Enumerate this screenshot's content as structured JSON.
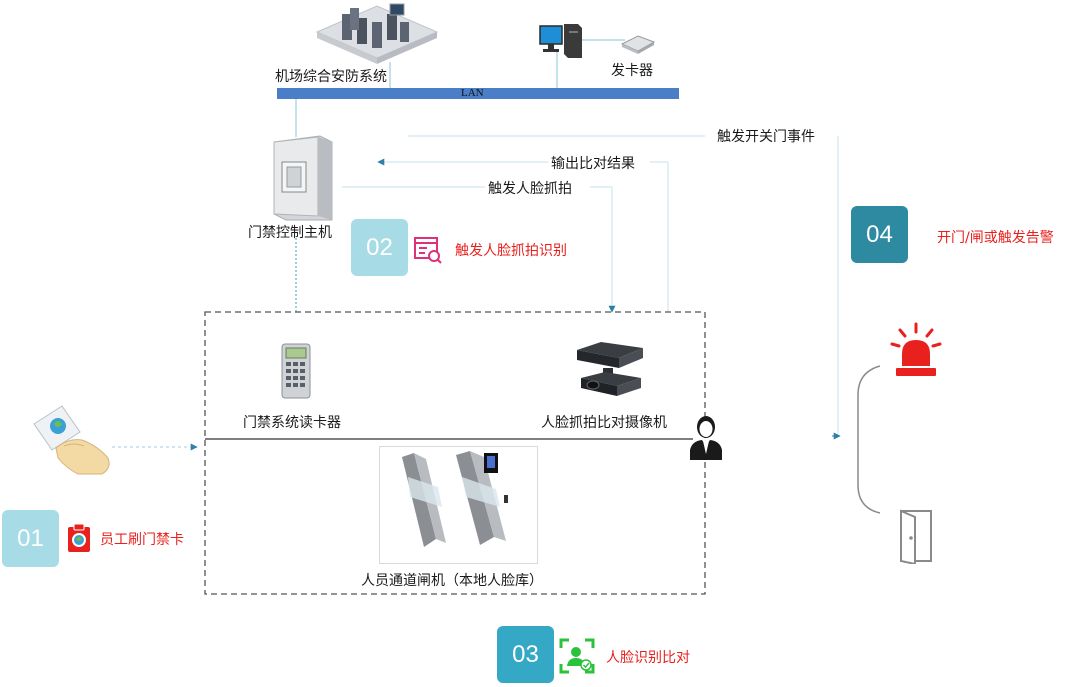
{
  "labels": {
    "airport_system": "机场综合安防系统",
    "card_issuer": "发卡器",
    "lan": "LAN",
    "trigger_door_event": "触发开关门事件",
    "output_result": "输出比对结果",
    "trigger_face_capture": "触发人脸抓拍",
    "door_controller": "门禁控制主机",
    "card_reader": "门禁系统读卡器",
    "face_camera": "人脸抓拍比对摄像机",
    "turnstile": "人员通道闸机（本地人脸库）"
  },
  "steps": [
    {
      "num": "01",
      "text": "员工刷门禁卡",
      "color": "#a7dbe6"
    },
    {
      "num": "02",
      "text": "触发人脸抓拍识别",
      "color": "#a7dbe6"
    },
    {
      "num": "03",
      "text": "人脸识别比对",
      "color": "#35a8c6"
    },
    {
      "num": "04",
      "text": "开门/闸或触发告警",
      "color": "#2d8aa0"
    }
  ],
  "colors": {
    "accent_red": "#e8211e",
    "lan_bar": "#4a7fc8",
    "connector": "#9ccfe0",
    "arrow": "#2f7fa6"
  },
  "icons": [
    "server-rack-icon",
    "computer-icon",
    "card-issuer-icon",
    "controller-cabinet-icon",
    "checklist-search-icon",
    "keypad-reader-icon",
    "face-camera-icon",
    "person-icon",
    "hand-card-icon",
    "card-clipboard-icon",
    "face-scan-icon",
    "alarm-light-icon",
    "door-icon",
    "turnstile-icon"
  ]
}
